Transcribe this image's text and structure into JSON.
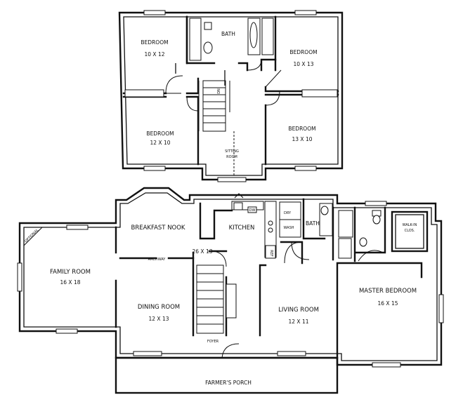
{
  "upper_floor": {
    "bedroom_nw": {
      "name": "BEDROOM",
      "size": "10 X 12"
    },
    "bedroom_ne": {
      "name": "BEDROOM",
      "size": "10 X 13"
    },
    "bedroom_sw": {
      "name": "BEDROOM",
      "size": "12 X 10"
    },
    "bedroom_se": {
      "name": "BEDROOM",
      "size": "13 X 10"
    },
    "bath": {
      "name": "BATH"
    },
    "sitting_room": {
      "line1": "SITTING",
      "line2": "ROOM"
    },
    "stair_mark": "DN"
  },
  "main_floor": {
    "breakfast_nook": {
      "name": "BREAKFAST NOOK"
    },
    "kitchen": {
      "name": "KITCHEN",
      "size": "26 X 13"
    },
    "family_room": {
      "name": "FAMILY ROOM",
      "size": "16 X 18"
    },
    "dining_room": {
      "name": "DINING ROOM",
      "size": "12 X 13"
    },
    "living_room": {
      "name": "LIVING ROOM",
      "size": "12 X 11"
    },
    "master_bedroom": {
      "name": "MASTER BEDROOM",
      "size": "16 X 15"
    },
    "walk_in_closet": {
      "line1": "WALK-IN",
      "line2": "CLOS."
    },
    "bath": {
      "name": "BATH"
    },
    "foyer": {
      "name": "FOYER"
    },
    "farmers_porch": {
      "name": "FARMER'S PORCH"
    },
    "archway": "ARCHWAY",
    "optional": "OPTIONAL",
    "dryer": "DRY",
    "washer": "WASH",
    "dishwasher": "DW",
    "refrigerator": "REF"
  }
}
